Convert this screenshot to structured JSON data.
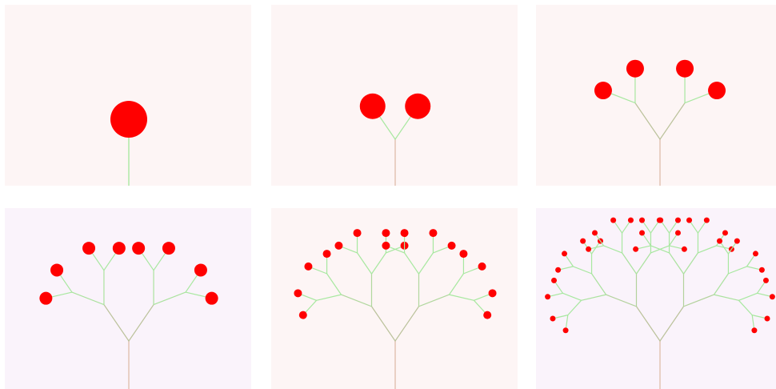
{
  "figure": {
    "panels": [
      {
        "depth": 0,
        "background": "#fdf5f5"
      },
      {
        "depth": 1,
        "background": "#fdf5f5"
      },
      {
        "depth": 2,
        "background": "#fdf5f5"
      },
      {
        "depth": 3,
        "background": "#faf3fb"
      },
      {
        "depth": 4,
        "background": "#fdf5f5"
      },
      {
        "depth": 5,
        "background": "#faf3fb"
      }
    ],
    "colors": {
      "trunk": "#e0c0b0",
      "branch": "#a8e8a0",
      "leaf": "#ff0000"
    }
  }
}
